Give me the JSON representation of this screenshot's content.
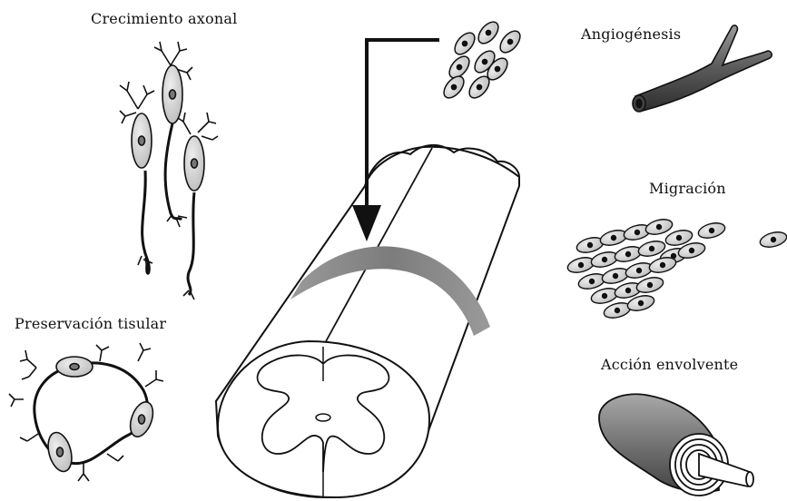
{
  "labels": {
    "axonal": "Crecimiento axonal",
    "angio": "Angiogénesis",
    "migration": "Migración",
    "preservation": "Preservación tisular",
    "wrapping": "Acción envolvente"
  },
  "colors": {
    "stroke": "#111111",
    "cell_fill": "#d4d4d4",
    "band": "#8a8a8a",
    "vessel": "#6f6f6f",
    "myelin": "#7a7a7a"
  }
}
